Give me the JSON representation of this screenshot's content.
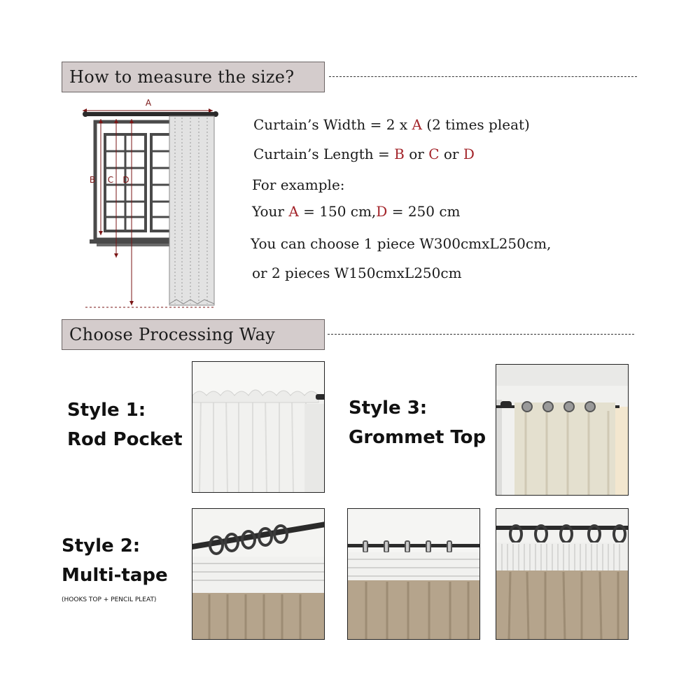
{
  "sections": {
    "measure": {
      "title": "How to measure the size?"
    },
    "processing": {
      "title": "Choose Processing Way"
    }
  },
  "diagram": {
    "labels": {
      "a": "A",
      "b": "B",
      "c": "C",
      "d": "D"
    },
    "colors": {
      "accent": "#8b1a1a",
      "frame": "#4a4a4a",
      "curtain": "#cfcfcf"
    }
  },
  "formula": {
    "width": {
      "prefix": "Curtain’s Width = 2 x ",
      "var": "A",
      "suffix": "  (2 times pleat)"
    },
    "length": {
      "prefix": "Curtain’s Length = ",
      "v1": "B",
      "or1": " or ",
      "v2": "C",
      "or2": " or ",
      "v3": "D"
    },
    "example_label": "For example:",
    "example": {
      "prefix": "Your ",
      "a": "A",
      "mid": " = 150 cm,",
      "d": "D",
      "suffix": " = 250 cm"
    },
    "option1": "You can choose 1 piece W300cmxL250cm,",
    "option2": "or 2 pieces W150cmxL250cm",
    "accent_color": "#a3242a"
  },
  "styles": {
    "style1": {
      "number": "Style 1:",
      "name": "Rod Pocket"
    },
    "style2": {
      "number": "Style 2:",
      "name": "Multi-tape",
      "note": "(HOOKS TOP + PENCIL PLEAT)"
    },
    "style3": {
      "number": "Style 3:",
      "name": "Grommet Top"
    }
  },
  "photo_colors": {
    "sheer": "#f3f3f1",
    "beige": "#e4e0cf",
    "taupe": "#b5a48c",
    "rod": "#2a2a2a"
  }
}
